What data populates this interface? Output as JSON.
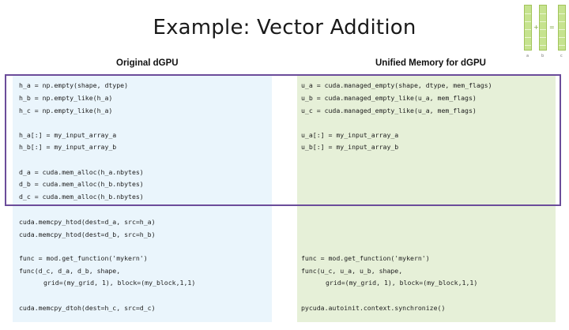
{
  "slide": {
    "title": "Example: Vector Addition"
  },
  "columns": {
    "left_heading": "Original dGPU",
    "right_heading": "Unified Memory for dGPU"
  },
  "icon": {
    "name": "vector-addition-icon",
    "labels": [
      "a",
      "b",
      "c"
    ],
    "ops": [
      "+",
      "="
    ]
  },
  "left_code": {
    "l1": "h_a = np.empty(shape, dtype)",
    "l2": "h_b = np.empty_like(h_a)",
    "l3": "h_c = np.empty_like(h_a)",
    "l4": "h_a[:] = my_input_array_a",
    "l5": "h_b[:] = my_input_array_b",
    "l6": "d_a = cuda.mem_alloc(h_a.nbytes)",
    "l7": "d_b = cuda.mem_alloc(h_b.nbytes)",
    "l8": "d_c = cuda.mem_alloc(h_b.nbytes)",
    "l9": "cuda.memcpy_htod(dest=d_a, src=h_a)",
    "l10": "cuda.memcpy_htod(dest=d_b, src=h_b)",
    "l11": "func = mod.get_function('mykern')",
    "l12": "func(d_c, d_a, d_b, shape,",
    "l13": "grid=(my_grid, 1), block=(my_block,1,1)",
    "l14": "cuda.memcpy_dtoh(dest=h_c, src=d_c)"
  },
  "right_code": {
    "r1": "u_a = cuda.managed_empty(shape, dtype, mem_flags)",
    "r2": "u_b = cuda.managed_empty_like(u_a, mem_flags)",
    "r3": "u_c = cuda.managed_empty_like(u_a, mem_flags)",
    "r4": "u_a[:] = my_input_array_a",
    "r5": "u_b[:] = my_input_array_b",
    "r6": "func = mod.get_function('mykern')",
    "r7": "func(u_c, u_a, u_b, shape,",
    "r8": "grid=(my_grid, 1), block=(my_block,1,1)",
    "r9": "pycuda.autoinit.context.synchronize()"
  },
  "colors": {
    "left_panel": "#eaf5fc",
    "right_panel": "#e6f0d8",
    "highlight_border": "#6b4c9a",
    "icon_green": "#c6e38f"
  }
}
